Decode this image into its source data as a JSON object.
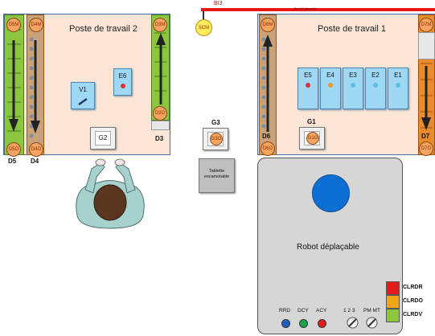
{
  "workstation_1": {
    "title": "Poste de travail 1"
  },
  "workstation_2": {
    "title": "Poste de travail 2"
  },
  "bus": {
    "label": "BI3",
    "caption": "Bus I/O (déporté)"
  },
  "scm": {
    "label": "SCM"
  },
  "conveyors": {
    "d3": {
      "label": "D3",
      "top_sensor": "D3M",
      "bottom_sensor": "D3O"
    },
    "d4": {
      "label": "D4",
      "top_sensor": "D4M",
      "bottom_sensor": "D4O"
    },
    "d5": {
      "label": "D5",
      "top_sensor": "D5M",
      "bottom_sensor": "D5O"
    },
    "d6": {
      "label": "D6",
      "top_sensor": "D6M",
      "bottom_sensor": "D6O"
    },
    "d7": {
      "label": "D7",
      "top_sensor": "D7M",
      "bottom_sensor": "D7O"
    }
  },
  "stations": {
    "e1": {
      "label": "E1",
      "dot_color": "#5bc0de"
    },
    "e2": {
      "label": "E2",
      "dot_color": "#5bc0de"
    },
    "e3": {
      "label": "E3",
      "dot_color": "#5bc0de"
    },
    "e4": {
      "label": "E4",
      "dot_color": "#e89a2c"
    },
    "e5": {
      "label": "E5",
      "dot_color": "#e03030"
    },
    "e6": {
      "label": "E6",
      "dot_color": "#e03030"
    },
    "v1": {
      "label": "V1"
    }
  },
  "grippers": {
    "g1": {
      "label": "G1",
      "tag": "G1O"
    },
    "g2": {
      "label": "G2"
    },
    "g3": {
      "label": "G3",
      "tag": "G3O"
    }
  },
  "tablette": {
    "label": "Tablette escamotable"
  },
  "robot": {
    "title": "Robot déplaçable",
    "buttons": [
      {
        "label": "RRD",
        "color": "#1f5fbf"
      },
      {
        "label": "DCY",
        "color": "#1aa34a"
      },
      {
        "label": "ACY",
        "color": "#e02020"
      }
    ],
    "selector_label": "1 2 3",
    "mode_label": "PM MT"
  },
  "signal_lights": [
    {
      "label": "CLRDR",
      "color": "#e01b1b"
    },
    {
      "label": "CLRDO",
      "color": "#f2a518"
    },
    {
      "label": "CLRDV",
      "color": "#8cc63f"
    }
  ]
}
